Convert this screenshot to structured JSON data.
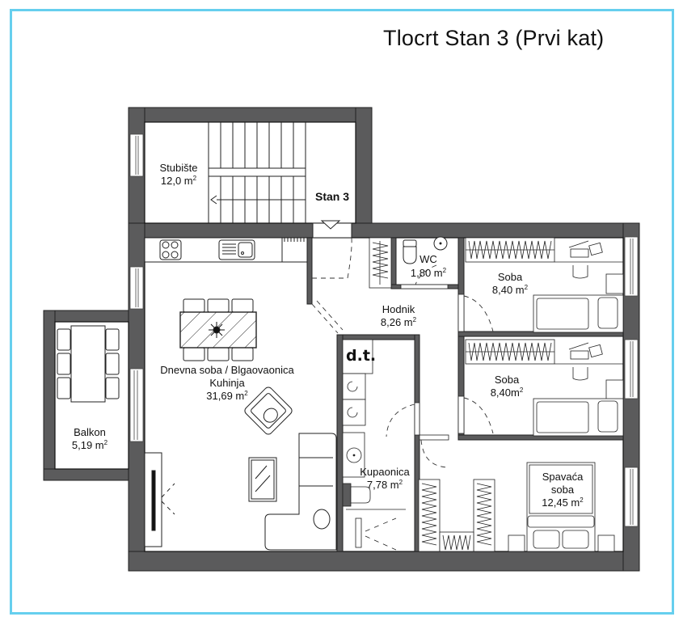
{
  "title": "Tlocrt Stan 3 (Prvi kat)",
  "colors": {
    "frame": "#66cfee",
    "wall": "#5b5b5c",
    "line": "#222222",
    "floor": "#ffffff"
  },
  "entrance_label": "Stan 3",
  "utility_label": "d.t.",
  "rooms": [
    {
      "id": "stubiste",
      "name": "Stubište",
      "area": "12,0 m",
      "unit_sup": "2"
    },
    {
      "id": "dnevna",
      "name": "Dnevna soba / Blgaovaonica",
      "name2": "Kuhinja",
      "area": "31,69 m",
      "unit_sup": "2"
    },
    {
      "id": "balkon",
      "name": "Balkon",
      "area": "5,19 m",
      "unit_sup": "2"
    },
    {
      "id": "wc",
      "name": "WC",
      "area": "1,80 m",
      "unit_sup": "2"
    },
    {
      "id": "hodnik",
      "name": "Hodnik",
      "area": "8,26 m",
      "unit_sup": "2"
    },
    {
      "id": "soba1",
      "name": "Soba",
      "area": "8,40 m",
      "unit_sup": "2"
    },
    {
      "id": "soba2",
      "name": "Soba",
      "area": "8,40m",
      "unit_sup": "2"
    },
    {
      "id": "kupaonica",
      "name": "Kupaonica",
      "area": "7,78 m",
      "unit_sup": "2"
    },
    {
      "id": "spavaca",
      "name": "Spavaća",
      "name2": "soba",
      "area": "12,45 m",
      "unit_sup": "2"
    }
  ]
}
